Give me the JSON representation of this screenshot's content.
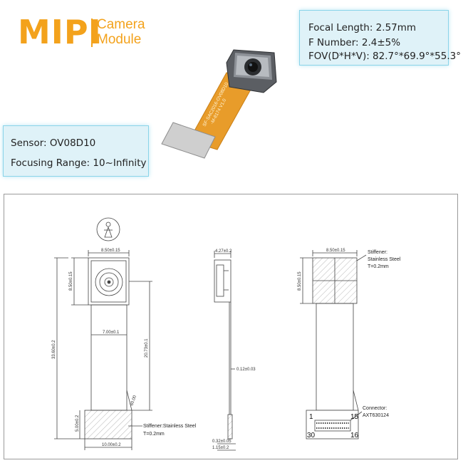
{
  "header": {
    "logo": "MIPI",
    "subtitle_line1": "Camera",
    "subtitle_line2": "Module"
  },
  "specs_right": {
    "focal_length": "Focal Length: 2.57mm",
    "f_number": "F Number: 2.4±5%",
    "fov": "FOV(D*H*V): 82.7°*69.9°*55.3°"
  },
  "specs_left": {
    "sensor": "Sensor: OV08D10",
    "focusing_range": "Focusing Range: 10~Infinity"
  },
  "flex_print": {
    "line1": "SF-SAC2016-OV08D10",
    "line2": "-M-8174 V1.0"
  },
  "drawing": {
    "front_view": {
      "top_width": "8.50±0.15",
      "head_height": "8.50±0.15",
      "total_length": "33.60±0.2",
      "flex_width": "7.00±0.1",
      "flex_length": "20.73±0.1",
      "stiffener_height": "5.00±0.2",
      "bottom_width": "10.00±0.2",
      "angle": "60.00",
      "stiffener_note_1": "Stiffener:Stainless Steel",
      "stiffener_note_2": "T=0.2mm"
    },
    "side_view": {
      "head_depth": "4.27±0.2",
      "flex_thickness": "0.12±0.03",
      "stiffener_thickness": "0.32±0.05",
      "bottom_thickness": "1.15±0.2"
    },
    "back_view": {
      "top_width": "8.50±0.15",
      "head_height": "8.50±0.15",
      "stiffener_title": "Stiffener:",
      "stiffener_material": "Stainless Steel",
      "stiffener_thickness": "T=0.2mm",
      "connector_title": "Connector:",
      "connector_part": "AXT630124",
      "pin_1": "1",
      "pin_15": "15",
      "pin_30": "30",
      "pin_16": "16"
    }
  },
  "colors": {
    "logo": "#f3a21c",
    "flex": "#e89c2a",
    "spec_box": "#dff2f8"
  }
}
